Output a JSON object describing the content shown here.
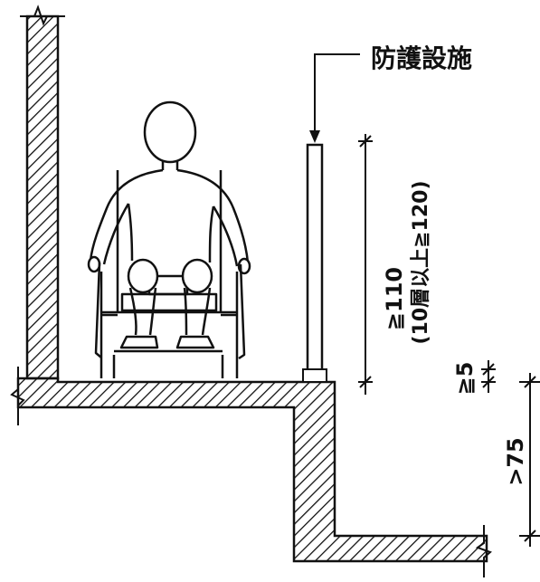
{
  "labels": {
    "railing": "防護設施",
    "height_main": "≧110",
    "height_sub": "(10層以上≧120)",
    "gap": "≧5",
    "drop": ">75"
  },
  "colors": {
    "line": "#111111",
    "background": "#ffffff"
  },
  "icons": {
    "person": "wheelchair-user-icon"
  }
}
